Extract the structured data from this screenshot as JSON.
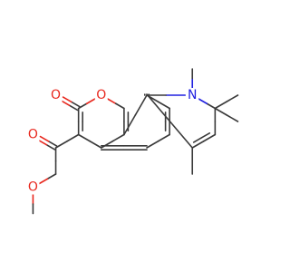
{
  "molecule": {
    "colors": {
      "carbon_bond": "#3a3a3a",
      "oxygen": "#e8281e",
      "nitrogen": "#2020e0",
      "background": "#ffffff"
    },
    "atoms": [
      {
        "id": "a1",
        "element": "C",
        "label": ""
      },
      {
        "id": "a2",
        "element": "C",
        "label": ""
      },
      {
        "id": "a3",
        "element": "O",
        "label": "O"
      },
      {
        "id": "a4",
        "element": "C",
        "label": ""
      },
      {
        "id": "a5",
        "element": "C",
        "label": ""
      },
      {
        "id": "a6",
        "element": "C",
        "label": ""
      },
      {
        "id": "a7",
        "element": "C",
        "label": ""
      },
      {
        "id": "a8",
        "element": "C",
        "label": ""
      },
      {
        "id": "a9",
        "element": "C",
        "label": ""
      },
      {
        "id": "a10",
        "element": "C",
        "label": ""
      },
      {
        "id": "a11",
        "element": "C",
        "label": ""
      },
      {
        "id": "a12",
        "element": "C",
        "label": ""
      },
      {
        "id": "a13",
        "element": "C",
        "label": ""
      },
      {
        "id": "a14",
        "element": "C",
        "label": ""
      },
      {
        "id": "a15",
        "element": "N",
        "label": "N"
      },
      {
        "id": "a16",
        "element": "C",
        "label": ""
      },
      {
        "id": "a17",
        "element": "C",
        "label": ""
      },
      {
        "id": "a18",
        "element": "C",
        "label": ""
      },
      {
        "id": "a19",
        "element": "C",
        "label": ""
      },
      {
        "id": "a20",
        "element": "C",
        "label": ""
      },
      {
        "id": "a21",
        "element": "O",
        "label": "O"
      },
      {
        "id": "a22",
        "element": "C",
        "label": ""
      },
      {
        "id": "a23",
        "element": "O",
        "label": "O"
      },
      {
        "id": "a24",
        "element": "C",
        "label": ""
      },
      {
        "id": "a25",
        "element": "O",
        "label": "O"
      }
    ],
    "bonds": [
      {
        "a": "a1",
        "b": "a2",
        "order": 2
      },
      {
        "a": "a2",
        "b": "a3",
        "order": 1
      },
      {
        "a": "a3",
        "b": "a4",
        "order": 1
      },
      {
        "a": "a4",
        "b": "a5",
        "order": 2
      },
      {
        "a": "a5",
        "b": "a6",
        "order": 1
      },
      {
        "a": "a6",
        "b": "a1",
        "order": 1
      },
      {
        "a": "a6",
        "b": "a7",
        "order": 2
      },
      {
        "a": "a7",
        "b": "a8",
        "order": 1
      },
      {
        "a": "a8",
        "b": "a9",
        "order": 2
      },
      {
        "a": "a9",
        "b": "a10",
        "order": 1
      },
      {
        "a": "a10",
        "b": "a11",
        "order": 2
      },
      {
        "a": "a11",
        "b": "a12",
        "order": 1
      },
      {
        "a": "a12",
        "b": "a13",
        "order": 2
      },
      {
        "a": "a13",
        "b": "a14",
        "order": 1
      },
      {
        "a": "a14",
        "b": "a15",
        "order": 1
      },
      {
        "a": "a15",
        "b": "a10",
        "order": 1
      },
      {
        "a": "a10",
        "b": "a5",
        "order": 1
      },
      {
        "a": "a15",
        "b": "a16",
        "order": 1
      },
      {
        "a": "a14",
        "b": "a17",
        "order": 1
      },
      {
        "a": "a14",
        "b": "a18",
        "order": 1
      },
      {
        "a": "a12",
        "b": "a19",
        "order": 1
      },
      {
        "a": "a2",
        "b": "a21",
        "order": 2
      },
      {
        "a": "a1",
        "b": "a20",
        "order": 1
      },
      {
        "a": "a20",
        "b": "a23",
        "order": 2
      },
      {
        "a": "a20",
        "b": "a22",
        "order": 1
      },
      {
        "a": "a22",
        "b": "a25",
        "order": 1
      },
      {
        "a": "a25",
        "b": "a24",
        "order": 1
      }
    ]
  }
}
